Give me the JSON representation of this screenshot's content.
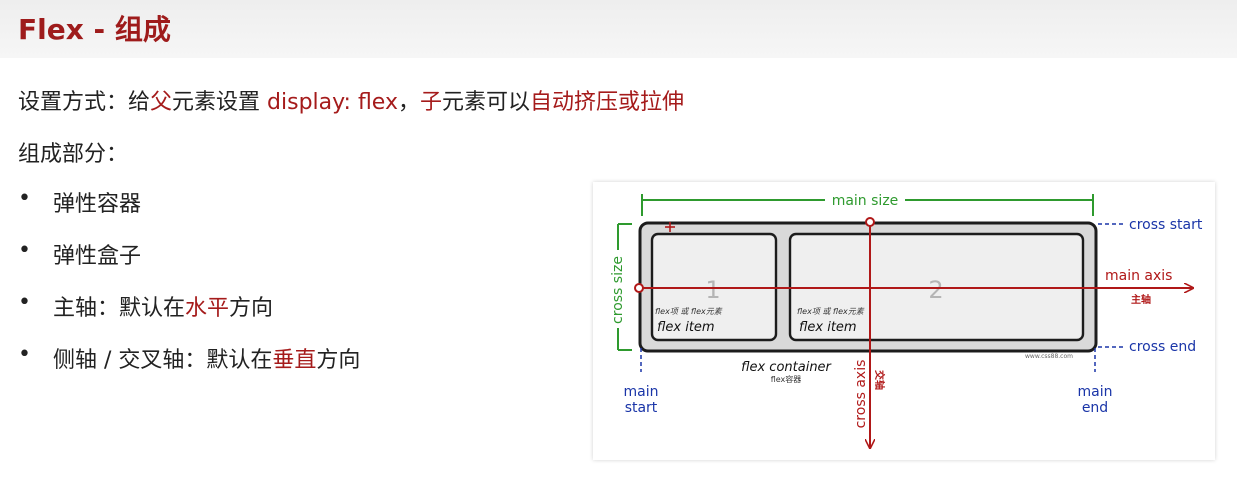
{
  "title": "Flex - 组成",
  "setup": {
    "p1": "设置方式：给",
    "p2": "父",
    "p3": "元素设置 ",
    "p4": "display: flex",
    "p5": "，",
    "p6": "子",
    "p7": "元素可以",
    "p8": "自动挤压或拉伸"
  },
  "components_label": "组成部分：",
  "bullet_glyph": "•",
  "bullets": [
    {
      "text": "弹性容器"
    },
    {
      "text": "弹性盒子"
    },
    {
      "pre": "主轴：默认在",
      "em": "水平",
      "post": "方向"
    },
    {
      "pre": "侧轴 / 交叉轴：默认在",
      "em": "垂直",
      "post": "方向"
    }
  ],
  "diagram": {
    "main_size": "main size",
    "cross_start": "cross start",
    "cross_end": "cross end",
    "cross_size": "cross size",
    "main_axis": "main axis",
    "main_axis_cn": "主轴",
    "cross_axis": "cross axis",
    "cross_axis_cn": "交轴",
    "main_start_1": "main",
    "main_start_2": "start",
    "main_end_1": "main",
    "main_end_2": "end",
    "item1_num": "1",
    "item2_num": "2",
    "item_cn": "flex项 或 flex元素",
    "item_label": "flex item",
    "container_label": "flex container",
    "container_cn": "flex容器",
    "watermark": "www.css88.com",
    "colors": {
      "green": "#2e9a2e",
      "blue": "#1a35a8",
      "red": "#b01818"
    }
  }
}
